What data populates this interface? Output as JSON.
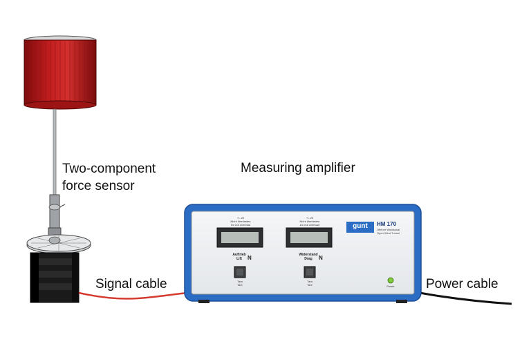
{
  "labels": {
    "sensor_line1": "Two-component",
    "sensor_line2": "force sensor",
    "amplifier": "Measuring amplifier",
    "signal_cable": "Signal cable",
    "power_cable": "Power cable"
  },
  "amplifier": {
    "display_left": {
      "range_line1": "+/- 20",
      "range_line2": "Nicht überlasten",
      "range_line3": "Do not overload",
      "name_line1": "Auftrieb",
      "name_line2": "Lift",
      "unit": "N",
      "tare_line1": "Tara",
      "tare_line2": "Tare"
    },
    "display_right": {
      "range_line1": "+/- 20",
      "range_line2": "Nicht überlasten",
      "range_line3": "Do not overload",
      "name_line1": "Widerstand",
      "name_line2": "Drag",
      "unit": "N",
      "tare_line1": "Tara",
      "tare_line2": "Tare"
    },
    "logo_text": "gunt",
    "model": "HM 170",
    "model_sub1": "Offener Windkanal",
    "model_sub2": "Open Wind Tunnel",
    "power_led_label": "Power"
  },
  "colors": {
    "cylinder": "#b8191a",
    "casing": "#2b6cc4",
    "panel": "#eef0f2",
    "signal_cable": "#d63a2e",
    "power_cable": "#111111",
    "led": "#7ecb3a"
  }
}
